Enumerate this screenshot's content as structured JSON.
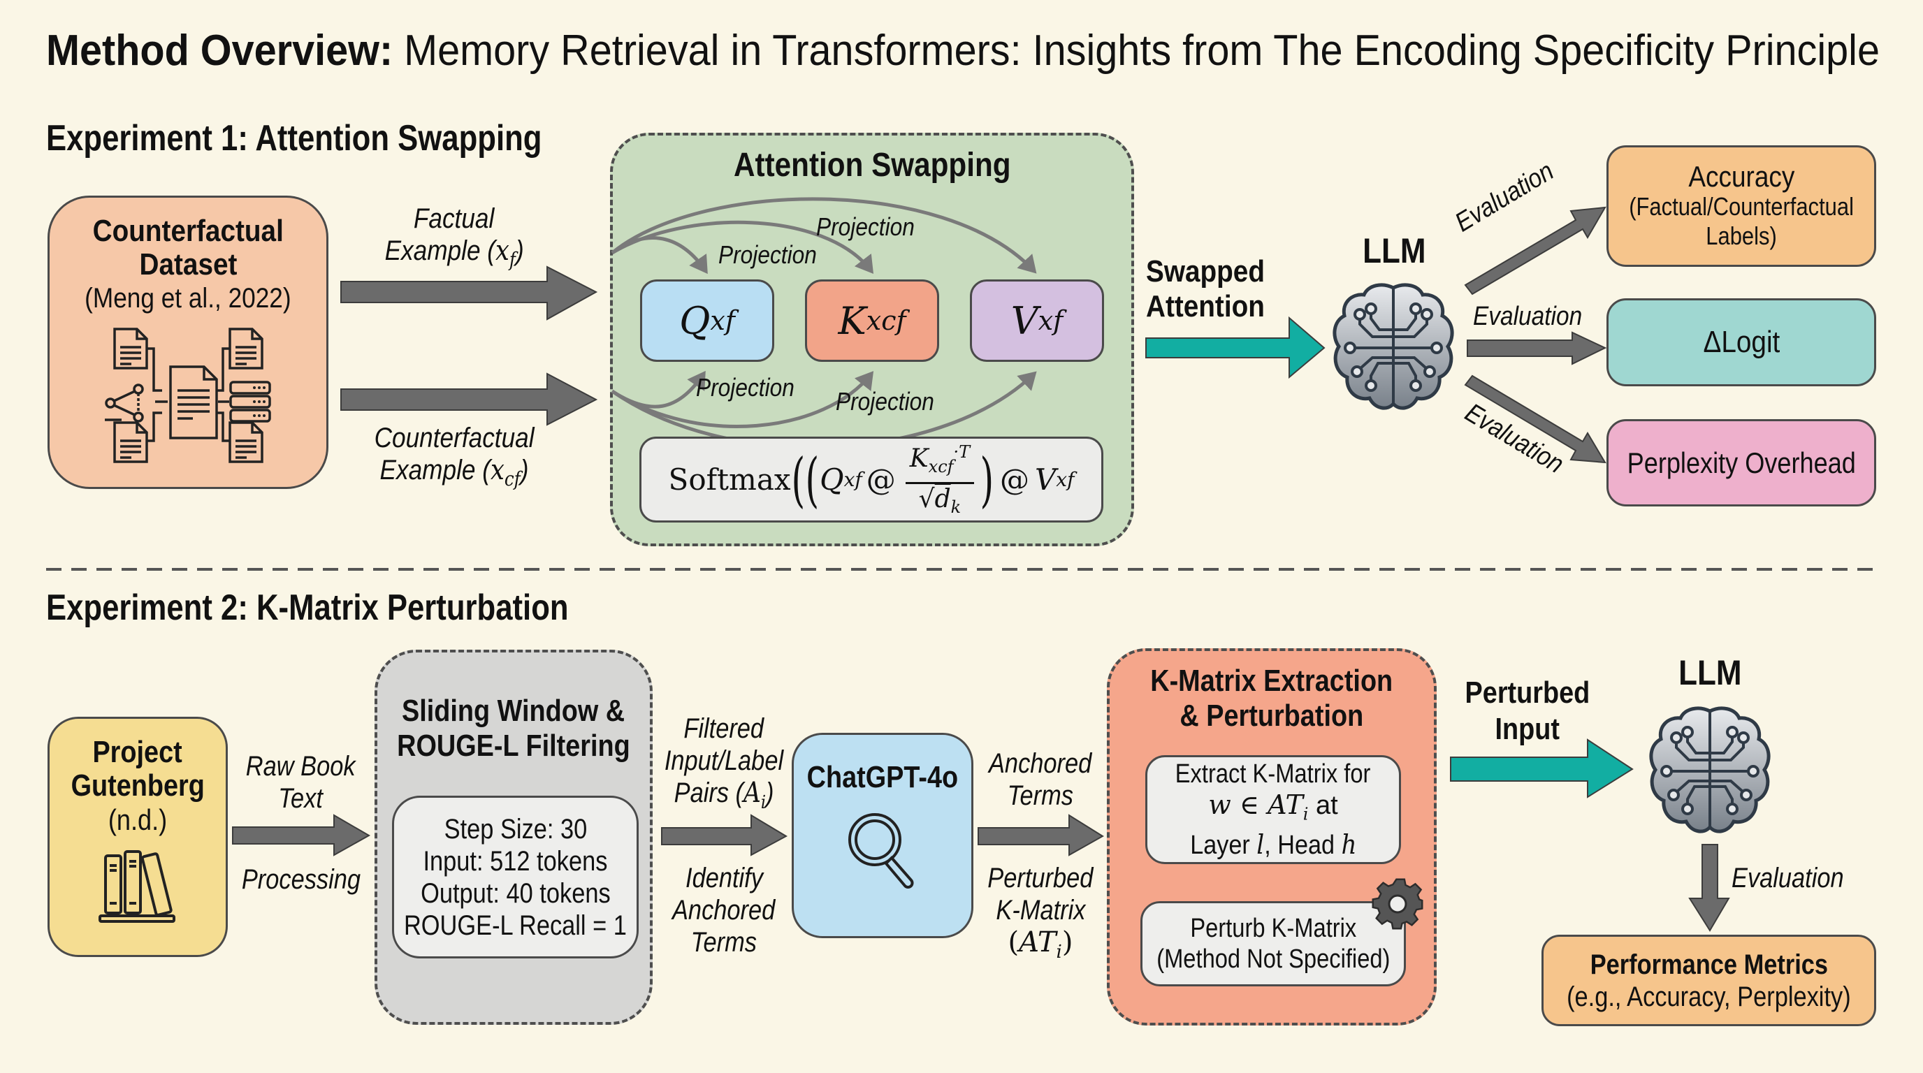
{
  "header": {
    "title_bold": "Method Overview:",
    "title_rest": " Memory Retrieval in Transformers: Insights from The Encoding Specificity Principle"
  },
  "experiment1": {
    "heading": "Experiment 1: Attention Swapping",
    "dataset": {
      "title_line1": "Counterfactual",
      "title_line2": "Dataset",
      "citation": "(Meng et al., 2022)",
      "icon": "dataset-network-icon"
    },
    "input_arrows": {
      "factual_line1": "Factual",
      "factual_line2": "Example (",
      "factual_var": "x",
      "factual_sub": "f",
      "counterfactual_line1": "Counterfactual",
      "counterfactual_line2": "Example (",
      "counterfactual_var": "x",
      "counterfactual_sub": "cf",
      "close_paren": ")"
    },
    "attention_swapping": {
      "title": "Attention Swapping",
      "projection_label": "Projection",
      "q": {
        "symbol": "Q",
        "sub": "xf",
        "color": "#b9def3"
      },
      "k": {
        "symbol": "K",
        "sub": "xcf",
        "color": "#f2a489"
      },
      "v": {
        "symbol": "V",
        "sub": "xf",
        "color": "#d4c0e0"
      },
      "formula": {
        "prefix": "Softmax",
        "q": "Q",
        "q_sub": "xf",
        "at": "@",
        "num": "K",
        "num_sub": "xcf",
        "num_sup": "·T",
        "den_sqrt": "√",
        "den": "d",
        "den_sub": "k",
        "v": "V",
        "v_sub": "xf"
      }
    },
    "swapped_attention_label_line1": "Swapped",
    "swapped_attention_label_line2": "Attention",
    "llm_label": "LLM",
    "evaluation_label": "Evaluation",
    "outputs": [
      {
        "line1": "Accuracy",
        "line2": "(Factual/Counterfactual",
        "line3": "Labels)",
        "color": "#f6c58c"
      },
      {
        "line1": "ΔLogit",
        "color": "#9fd7d1"
      },
      {
        "line1": "Perplexity Overhead",
        "color": "#eeb0cc"
      }
    ]
  },
  "experiment2": {
    "heading": "Experiment 2: K-Matrix Perturbation",
    "source": {
      "line1": "Project",
      "line2": "Gutenberg",
      "line3": "(n.d.)",
      "icon": "books-icon",
      "color": "#f5dd92"
    },
    "arrow1": {
      "top_line1": "Raw Book",
      "top_line2": "Text",
      "bottom": "Processing"
    },
    "sliding_window": {
      "title_line1": "Sliding Window &",
      "title_line2": "ROUGE-L Filtering",
      "params": [
        "Step Size: 30",
        "Input: 512 tokens",
        "Output: 40 tokens",
        "ROUGE-L Recall = 1"
      ]
    },
    "arrow2": {
      "top_line1": "Filtered",
      "top_line2": "Input/Label",
      "top_line3_text": "Pairs (",
      "top_var": "A",
      "top_sub": "i",
      "close": ")",
      "bottom_line1": "Identify",
      "bottom_line2": "Anchored",
      "bottom_line3": "Terms"
    },
    "chatgpt": {
      "label": "ChatGPT-4o",
      "icon": "search-icon",
      "color": "#bde0f2"
    },
    "arrow3": {
      "top_line1": "Anchored",
      "top_line2": "Terms",
      "bottom_line1": "Perturbed",
      "bottom_line2": "K-Matrix",
      "bottom_var": "AT",
      "bottom_sub": "i"
    },
    "kmatrix": {
      "title_line1": "K-Matrix Extraction",
      "title_line2": "& Perturbation",
      "extract_line1": "Extract K-Matrix for",
      "extract_var_w": "w",
      "extract_in": " ∈ ",
      "extract_var_at": "AT",
      "extract_sub": "i",
      "extract_at": " at",
      "extract_line3_a": "Layer ",
      "extract_var_l": "l",
      "extract_line3_b": ", Head ",
      "extract_var_h": "h",
      "perturb_line1": "Perturb K-Matrix",
      "perturb_line2": "(Method Not Specified)",
      "gear_icon": "gear-icon",
      "color": "#f5a68b"
    },
    "perturbed_input_line1": "Perturbed",
    "perturbed_input_line2": "Input",
    "llm_label": "LLM",
    "evaluation_label": "Evaluation",
    "metrics": {
      "title": "Performance Metrics",
      "subtitle": "(e.g., Accuracy, Perplexity)",
      "color": "#f6c58c"
    }
  },
  "colors": {
    "background": "#faf6e6",
    "teal_arrow": "#12aea2",
    "gray_arrow": "#6e6e6e",
    "green_panel": "#c9dcbf",
    "gray_panel": "#d6d6d4"
  }
}
